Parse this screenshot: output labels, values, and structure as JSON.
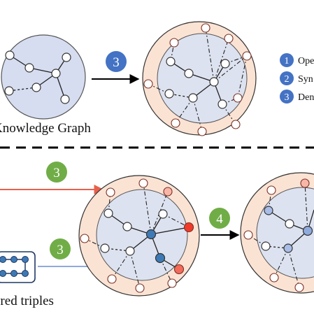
{
  "labels": {
    "knowledge_graph": "Knowledge Graph",
    "filtered_triples": "ered triples"
  },
  "steps": {
    "top_arrow": "3",
    "red_arrow": "3",
    "blue_arrow": "3",
    "mid_arrow": "4"
  },
  "legend": [
    {
      "num": "1",
      "text": "Ope"
    },
    {
      "num": "2",
      "text": "Syn"
    },
    {
      "num": "3",
      "text": "Den"
    }
  ],
  "colors": {
    "blue_badge": "#4472c4",
    "green_badge": "#70ad47",
    "ring_fill": "#fbe3d4",
    "inner_fill": "#dde2f0",
    "kg_fill": "#d6ddf0",
    "red_arrow": "#e8604c",
    "blue_arrow": "#8faadc",
    "red_node": "#f26b5b",
    "dark_blue_node": "#3d7ab5"
  }
}
